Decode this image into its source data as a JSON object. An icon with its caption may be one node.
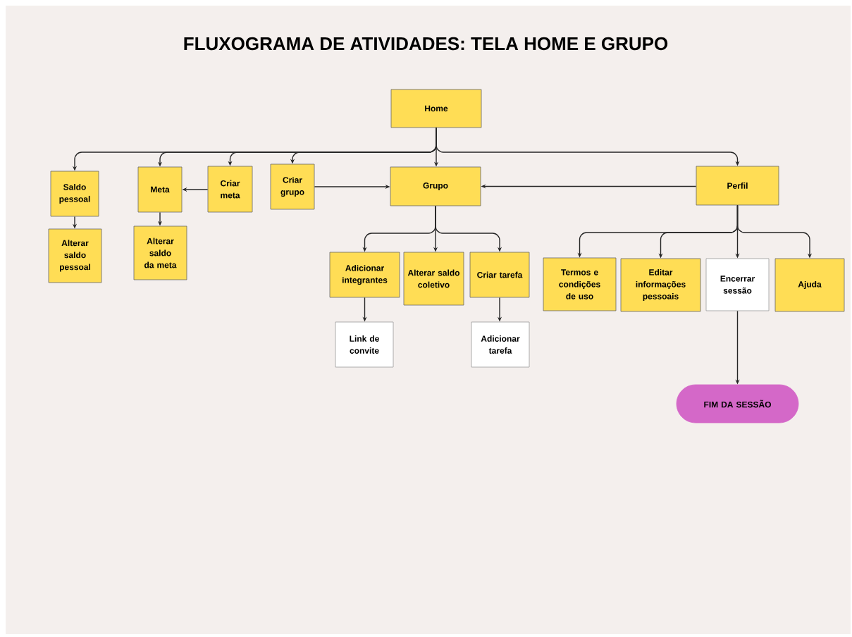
{
  "diagram": {
    "title": "FLUXOGRAMA DE ATIVIDADES: TELA HOME E GRUPO",
    "nodes": [
      {
        "text": [
          "Home"
        ]
      },
      {
        "text": [
          "Saldo pessoal"
        ]
      },
      {
        "text": [
          "Meta"
        ]
      },
      {
        "text": [
          "Criar meta"
        ]
      },
      {
        "text": [
          "Criar grupo"
        ]
      },
      {
        "text": [
          "Grupo"
        ]
      },
      {
        "text": [
          "Perfil"
        ]
      },
      {
        "text": [
          "Alterar saldo pessoal"
        ]
      },
      {
        "text": [
          "Alterar saldo da meta"
        ]
      },
      {
        "text": [
          "Adicionar integrantes"
        ]
      },
      {
        "text": [
          "Alterar saldo coletivo"
        ]
      },
      {
        "text": [
          "Criar tarefa"
        ]
      },
      {
        "text": [
          "Termos e condições de uso"
        ]
      },
      {
        "text": [
          "Editar informações pessoais"
        ]
      },
      {
        "text": [
          "Encerrar sessão"
        ]
      },
      {
        "text": [
          "Ajuda"
        ]
      },
      {
        "text": [
          "Link de convite"
        ]
      },
      {
        "text": [
          "Adicionar tarefa"
        ]
      },
      {
        "text": [
          "FIM DA SESSÃO"
        ]
      }
    ],
    "edges": [
      {
        "from": 0,
        "to": 1,
        "arrow": "to"
      },
      {
        "from": 0,
        "to": 2,
        "arrow": "to"
      },
      {
        "from": 0,
        "to": 3,
        "arrow": "to"
      },
      {
        "from": 0,
        "to": 4,
        "arrow": "to"
      },
      {
        "from": 0,
        "to": 5,
        "arrow": "to"
      },
      {
        "from": 0,
        "to": 6,
        "arrow": "to"
      },
      {
        "from": 3,
        "to": 2,
        "arrow": "to"
      },
      {
        "from": 4,
        "to": 5,
        "arrow": "to"
      },
      {
        "from": 6,
        "to": 5,
        "arrow": "to"
      },
      {
        "from": 1,
        "to": 7,
        "arrow": "to"
      },
      {
        "from": 2,
        "to": 8,
        "arrow": "to"
      },
      {
        "from": 5,
        "to": 9,
        "arrow": "to"
      },
      {
        "from": 5,
        "to": 10,
        "arrow": "to"
      },
      {
        "from": 5,
        "to": 11,
        "arrow": "to"
      },
      {
        "from": 9,
        "to": 16,
        "arrow": "to"
      },
      {
        "from": 11,
        "to": 17,
        "arrow": "to"
      },
      {
        "from": 6,
        "to": 12,
        "arrow": "to"
      },
      {
        "from": 6,
        "to": 13,
        "arrow": "to"
      },
      {
        "from": 6,
        "to": 14,
        "arrow": "to"
      },
      {
        "from": 6,
        "to": 15,
        "arrow": "to"
      },
      {
        "from": 14,
        "to": 18,
        "arrow": "to"
      }
    ]
  }
}
